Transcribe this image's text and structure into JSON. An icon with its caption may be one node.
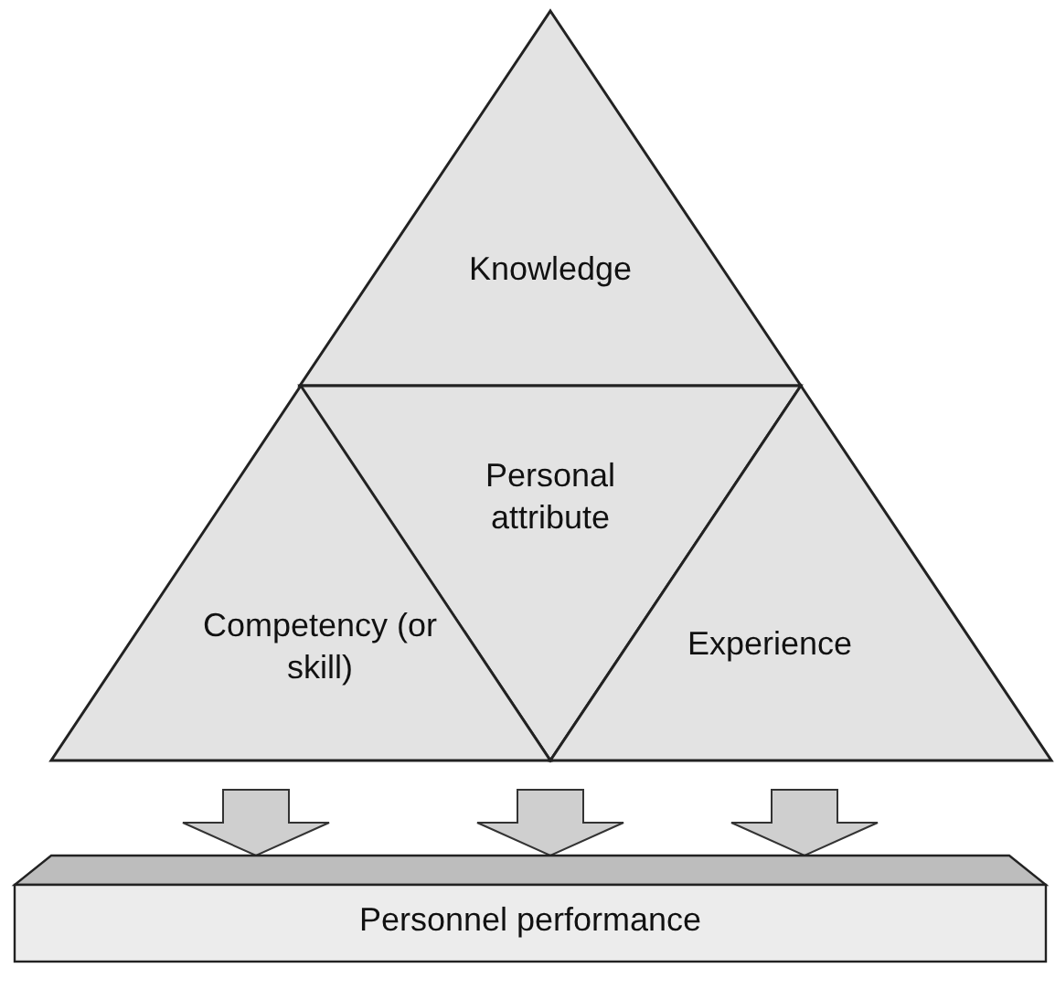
{
  "diagram": {
    "nodes": [
      {
        "text": [
          "Knowledge"
        ]
      },
      {
        "text": [
          "Personal attribute"
        ]
      },
      {
        "text": [
          "Competency (or skill)"
        ]
      },
      {
        "text": [
          "Experience"
        ]
      },
      {
        "text": [
          "Personnel performance"
        ]
      }
    ],
    "edges": [
      {
        "from": 2,
        "to": 4,
        "arrow": "to"
      },
      {
        "from": 1,
        "to": 4,
        "arrow": "to"
      },
      {
        "from": 3,
        "to": 4,
        "arrow": "to"
      }
    ]
  }
}
